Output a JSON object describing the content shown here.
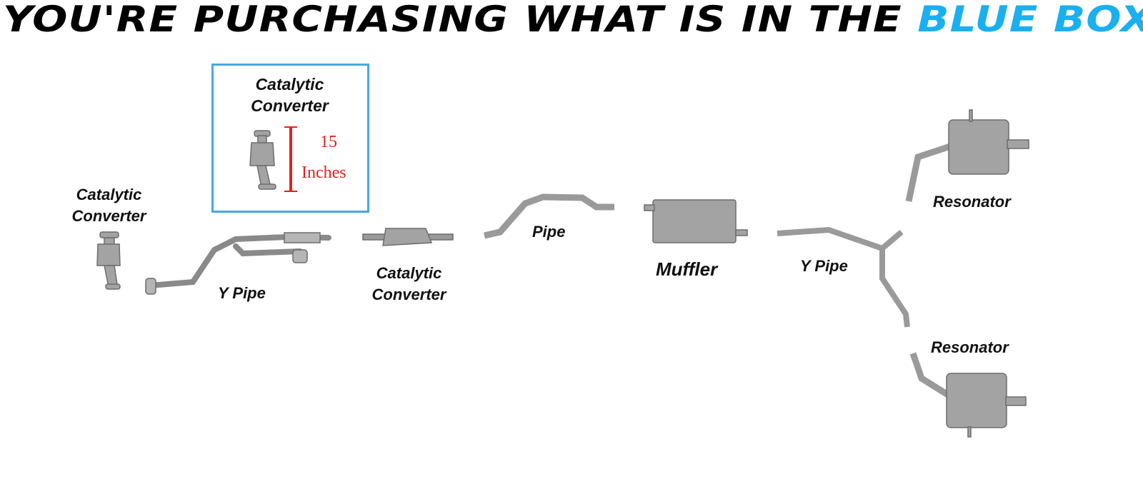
{
  "title": {
    "prefix": "YOU'RE PURCHASING WHAT IS IN THE",
    "highlight": "BLUE BOX",
    "highlight_color": "#1ab0ef"
  },
  "box_color": "#4aa8dc",
  "selected_part": {
    "label_line1": "Catalytic",
    "label_line2": "Converter",
    "size_value": "15",
    "size_unit": "Inches"
  },
  "parts": [
    {
      "line1": "Catalytic",
      "line2": "Converter"
    },
    {
      "line1": "Y Pipe"
    },
    {
      "line1": "Catalytic",
      "line2": "Converter"
    },
    {
      "line1": "Pipe"
    },
    {
      "line1": "Muffler"
    },
    {
      "line1": "Y Pipe"
    },
    {
      "line1": "Resonator"
    },
    {
      "line1": "Resonator"
    }
  ]
}
